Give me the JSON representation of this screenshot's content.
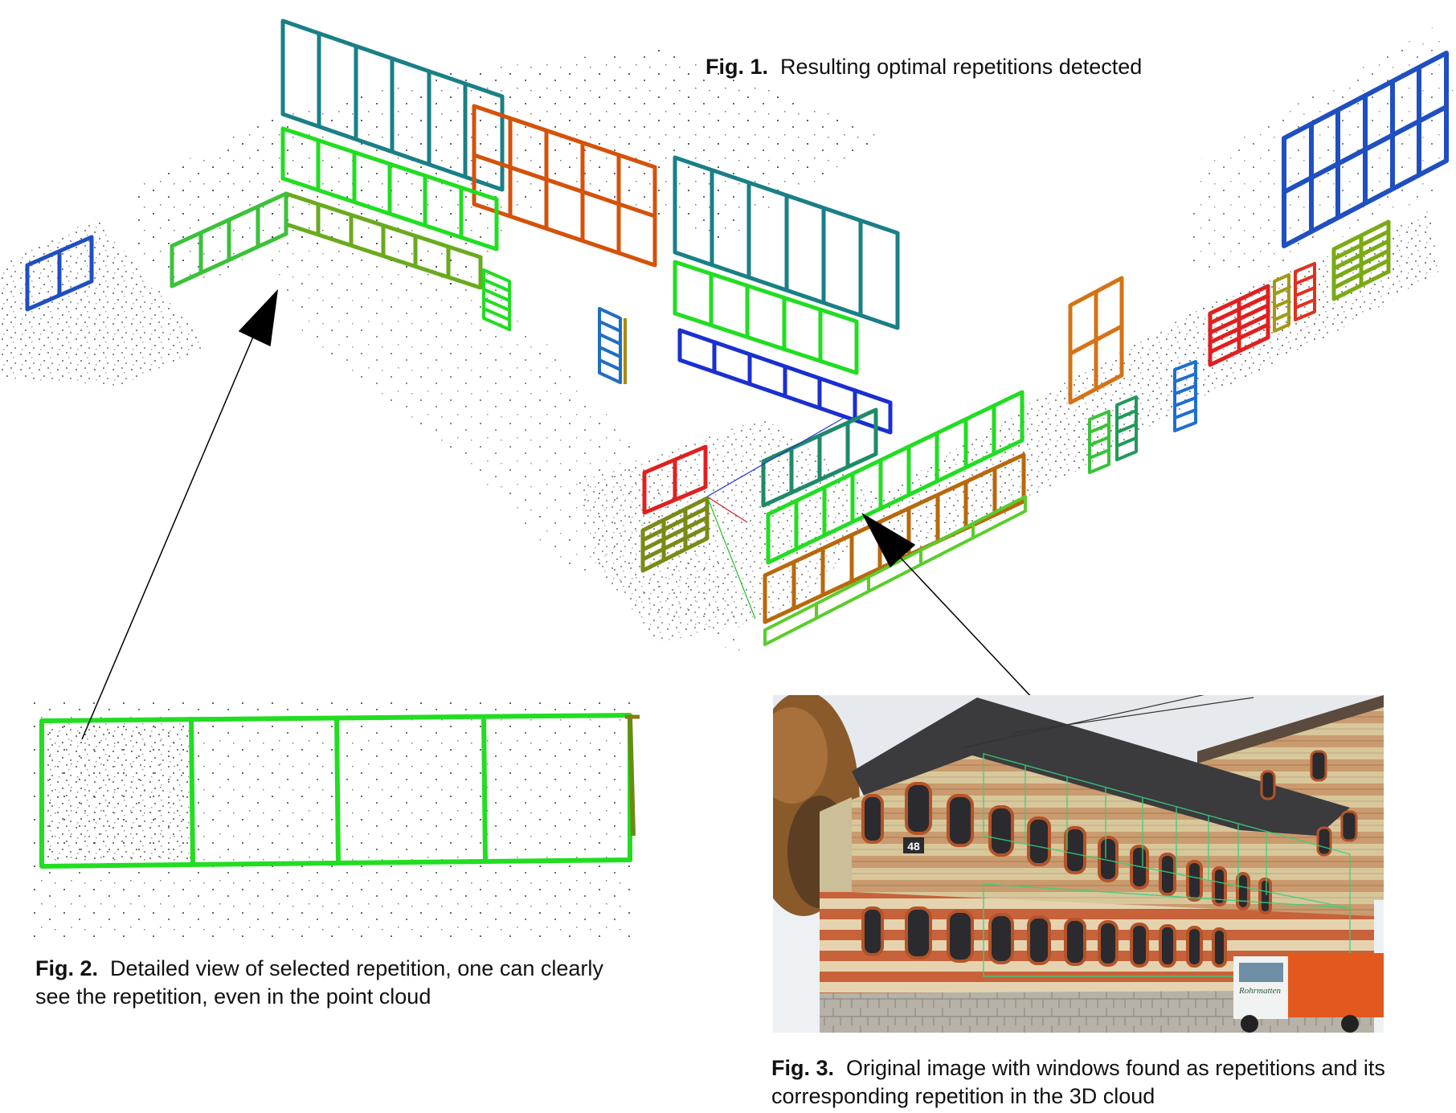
{
  "captions": {
    "fig1": {
      "label": "Fig. 1.",
      "text": "Resulting optimal repetitions detected"
    },
    "fig2": {
      "label": "Fig. 2.",
      "text": "Detailed view of selected repetition, one can clearly see the repetition, even in the point cloud"
    },
    "fig3": {
      "label": "Fig. 3.",
      "text": "Original image with windows found as repetitions and its corresponding repetition in the 3D cloud"
    }
  },
  "photo": {
    "house_number": "48",
    "truck_lettering": "Rohrmatten"
  },
  "colors": {
    "teal": "#1a7f86",
    "orange": "#d4520a",
    "green": "#22dd22",
    "yellow_green": "#6aaa1e",
    "blue": "#1f4fc0",
    "red": "#e02020",
    "brown": "#b8690c",
    "olive": "#7a8a14",
    "dark_teal": "#1f8a6a",
    "point": "#1a1a1a"
  }
}
